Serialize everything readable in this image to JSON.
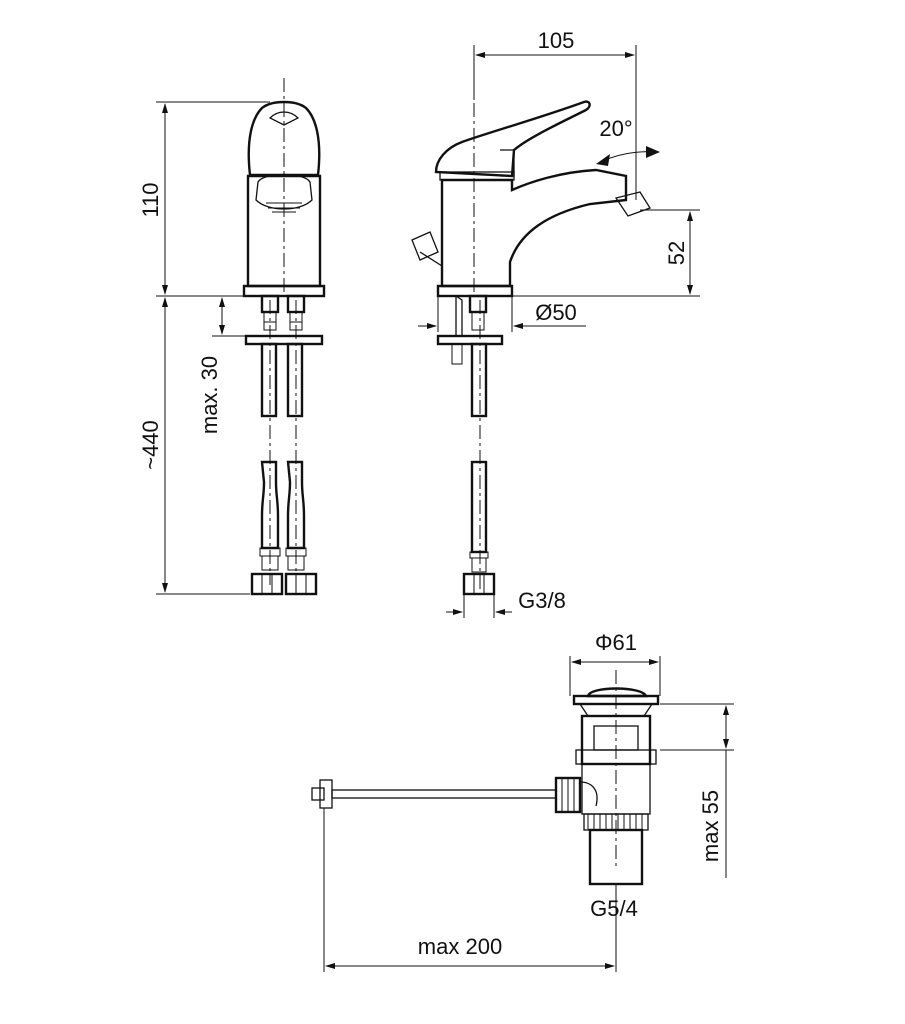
{
  "dimensions": {
    "height_spout": "110",
    "length_spout": "105",
    "lever_angle": "20°",
    "spout_height": "52",
    "base_diameter": "Ø50",
    "max_thickness": "max. 30",
    "hose_length": "~440",
    "hose_thread": "G3/8",
    "drain_diameter": "Φ61",
    "drain_height": "max 55",
    "drain_thread": "G5/4",
    "rod_length": "max 200"
  }
}
